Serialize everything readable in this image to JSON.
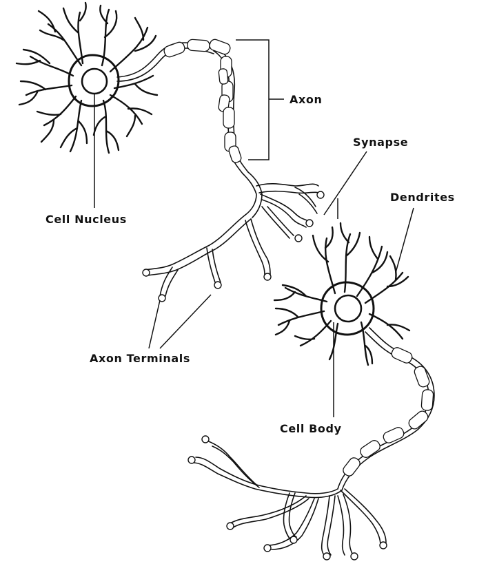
{
  "labels": {
    "axon": "Axon",
    "synapse": "Synapse",
    "dendrites": "Dendrites",
    "cell_nucleus": "Cell Nucleus",
    "axon_terminals": "Axon Terminals",
    "cell_body": "Cell Body"
  },
  "colors": {
    "ink": "#111111",
    "background": "#ffffff"
  }
}
